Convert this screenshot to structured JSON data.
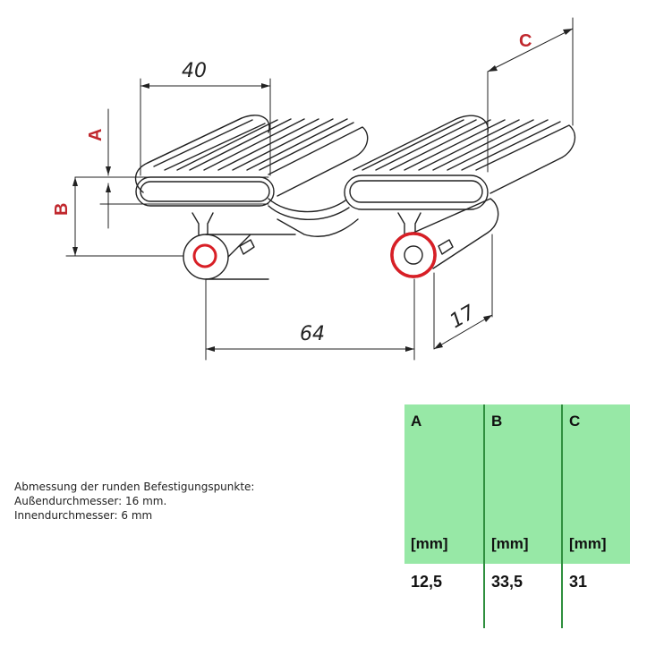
{
  "drawing": {
    "labels": {
      "A": "A",
      "B": "B",
      "C": "C"
    },
    "dimensions": {
      "d40": "40",
      "d64": "64",
      "d17": "17"
    },
    "colors": {
      "line": "#222222",
      "label": "#c0272d",
      "highlight": "#d81f26"
    }
  },
  "notes": {
    "title": "Abmessung der runden Befestigungspunkte:",
    "outer": "Außendurchmesser: 16 mm.",
    "inner": "Innendurchmesser: 6 mm"
  },
  "table": {
    "columns": [
      {
        "header": "A",
        "unit": "[mm]",
        "value": "12,5"
      },
      {
        "header": "B",
        "unit": "[mm]",
        "value": "33,5"
      },
      {
        "header": "C",
        "unit": "[mm]",
        "value": "31"
      }
    ],
    "colors": {
      "header_bg": "#97e8a6",
      "divider": "#2f8f3e"
    }
  }
}
